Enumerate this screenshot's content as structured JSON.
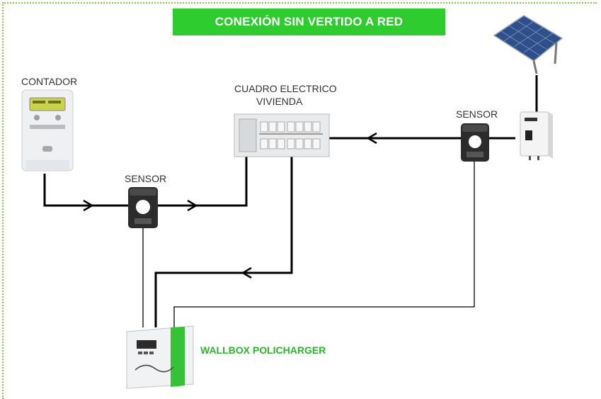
{
  "diagram": {
    "title": "CONEXIÓN SIN VERTIDO A RED",
    "labels": {
      "meter": "CONTADOR",
      "panel_line1": "CUADRO ELECTRICO",
      "panel_line2": "VIVIENDA",
      "sensor_right": "SENSOR",
      "sensor_left": "SENSOR",
      "wallbox": "WALLBOX POLICHARGER"
    },
    "colors": {
      "accent_green": "#2ecc2e",
      "wire": "#000000",
      "frame_dotted": "#7ccc4a"
    },
    "icons": [
      "electric-meter-icon",
      "solar-panel-icon",
      "inverter-icon",
      "current-sensor-icon",
      "electrical-panel-icon",
      "wallbox-charger-icon"
    ]
  }
}
